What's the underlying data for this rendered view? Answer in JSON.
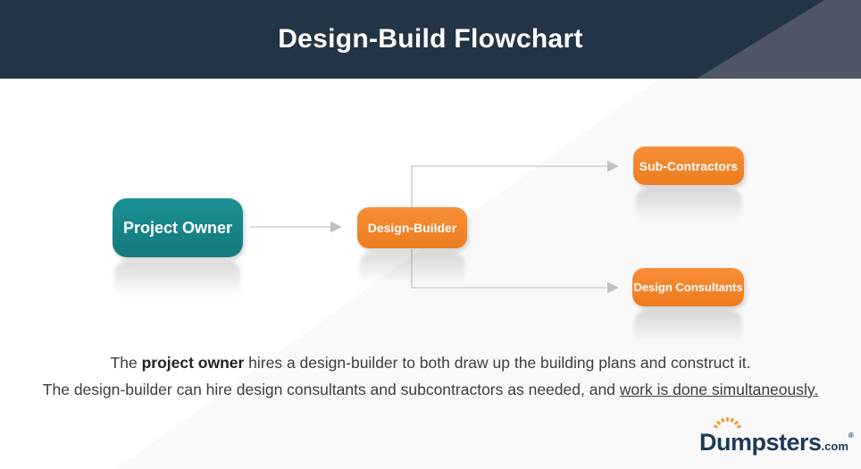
{
  "header": {
    "title": "Design-Build Flowchart"
  },
  "flowchart": {
    "nodes": [
      {
        "id": "project-owner",
        "label": "Project Owner",
        "color": "#17868A"
      },
      {
        "id": "design-builder",
        "label": "Design-Builder",
        "color": "#F0832C"
      },
      {
        "id": "sub-contractors",
        "label": "Sub-Contractors",
        "color": "#F0832C"
      },
      {
        "id": "design-consultants",
        "label": "Design Consultants",
        "color": "#F0832C"
      }
    ],
    "edges": [
      {
        "from": "Project Owner",
        "to": "Design-Builder"
      },
      {
        "from": "Design-Builder",
        "to": "Sub-Contractors"
      },
      {
        "from": "Design-Builder",
        "to": "Design Consultants"
      }
    ]
  },
  "description": {
    "line1": {
      "prefix": "The ",
      "bold": "project owner",
      "suffix": " hires a design-builder to both draw up the building plans and construct it."
    },
    "line2": {
      "prefix": "The design-builder can hire design consultants and subcontractors as needed, and ",
      "underlined": "work is done simultaneously."
    }
  },
  "footer": {
    "brand": "Dumpsters",
    "brand_tld": ".com",
    "brand_mark": "®"
  },
  "colors": {
    "header_bg": "#233447",
    "header_accent": "#4E5665",
    "teal": "#17868A",
    "orange": "#F0832C",
    "arrow": "#C9C9C9",
    "body_text": "#3D3D3D",
    "logo_navy": "#1C3A5A",
    "logo_orange": "#F49C2E"
  }
}
